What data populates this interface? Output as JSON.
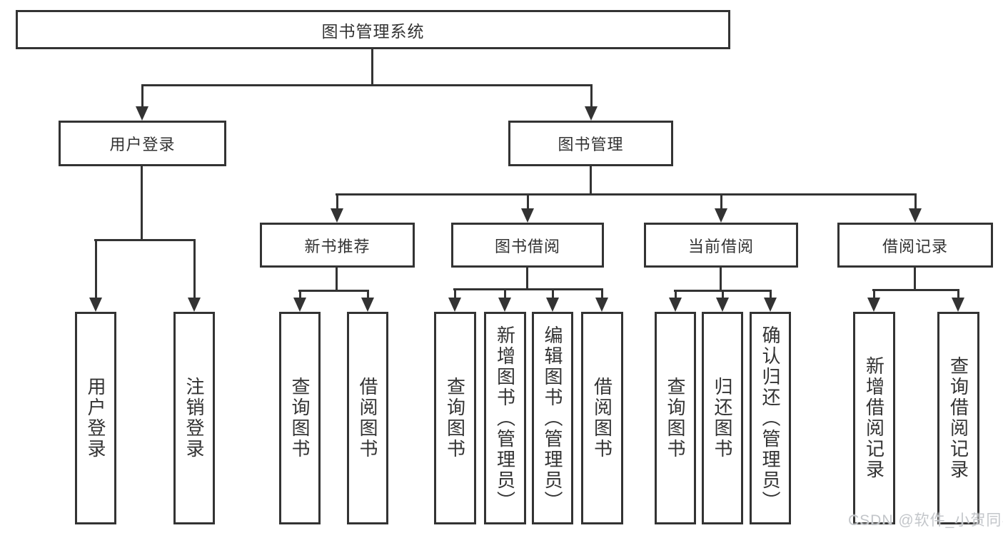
{
  "diagram_title": "图书管理系统",
  "tree": {
    "label": "图书管理系统",
    "children": [
      {
        "label": "用户登录",
        "children": [
          {
            "label": "用户登录"
          },
          {
            "label": "注销登录"
          }
        ]
      },
      {
        "label": "图书管理",
        "children": [
          {
            "label": "新书推荐",
            "children": [
              {
                "label": "查询图书"
              },
              {
                "label": "借阅图书"
              }
            ]
          },
          {
            "label": "图书借阅",
            "children": [
              {
                "label": "查询图书"
              },
              {
                "label": "新增图书（管理员）"
              },
              {
                "label": "编辑图书（管理员）"
              },
              {
                "label": "借阅图书"
              }
            ]
          },
          {
            "label": "当前借阅",
            "children": [
              {
                "label": "查询图书"
              },
              {
                "label": "归还图书"
              },
              {
                "label": "确认归还（管理员）"
              }
            ]
          },
          {
            "label": "借阅记录",
            "children": [
              {
                "label": "新增借阅记录"
              },
              {
                "label": "查询借阅记录"
              }
            ]
          }
        ]
      }
    ]
  },
  "watermark": {
    "text": "CSDN @软件_小贺同学"
  },
  "colors": {
    "line": "#333333",
    "box_background": "#ffffff",
    "text": "#333333",
    "watermark": "#c3c6ca",
    "page_background": "#ffffff"
  }
}
